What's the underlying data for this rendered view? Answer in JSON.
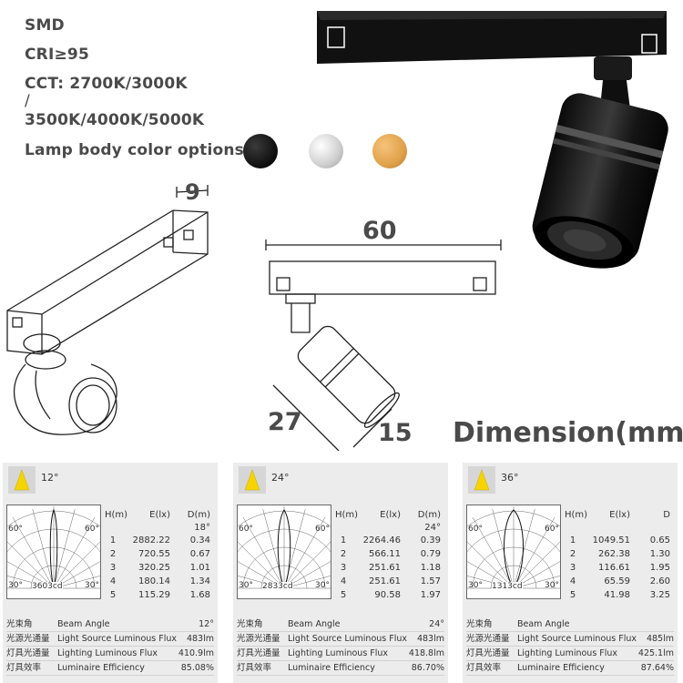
{
  "specs": {
    "line1": "SMD",
    "line2": "CRI≥95",
    "line3": "CCT: 2700K/3000K",
    "line4": "/",
    "line5": "3500K/4000K/5000K",
    "line6": "Lamp body color options:"
  },
  "color_options": [
    {
      "name": "black",
      "color": "#1a1a1a"
    },
    {
      "name": "white",
      "color": "#f2f2f2"
    },
    {
      "name": "gold",
      "color": "#e0a24a"
    }
  ],
  "dimensions": {
    "title": "Dimension(mm)",
    "width_9": "9",
    "length_60": "60",
    "height_27": "27",
    "diam_15": "15"
  },
  "panels": [
    {
      "beam_label": "12°",
      "polar_cd": "3603cd",
      "angle_60": "60°",
      "angle_30": "30°",
      "headers": [
        "H(m)",
        "E(lx)",
        "D(m)"
      ],
      "angle_row": "18°",
      "rows": [
        [
          "1",
          "2882.22",
          "0.34"
        ],
        [
          "2",
          "720.55",
          "0.67"
        ],
        [
          "3",
          "320.25",
          "1.01"
        ],
        [
          "4",
          "180.14",
          "1.34"
        ],
        [
          "5",
          "115.29",
          "1.68"
        ]
      ],
      "footer": [
        {
          "zh": "光束角",
          "en": "Beam Angle",
          "value": "12°"
        },
        {
          "zh": "光源光通量",
          "en": "Light Source Luminous Flux",
          "value": "483lm"
        },
        {
          "zh": "灯具光通量",
          "en": "Lighting Luminous Flux",
          "value": "410.9lm"
        },
        {
          "zh": "灯具效率",
          "en": "Luminaire Efficiency",
          "value": "85.08%"
        }
      ]
    },
    {
      "beam_label": "24°",
      "polar_cd": "2833cd",
      "angle_60": "60°",
      "angle_30": "30°",
      "headers": [
        "H(m)",
        "E(lx)",
        "D(m)"
      ],
      "angle_row": "24°",
      "rows": [
        [
          "1",
          "2264.46",
          "0.39"
        ],
        [
          "2",
          "566.11",
          "0.79"
        ],
        [
          "3",
          "251.61",
          "1.18"
        ],
        [
          "4",
          "251.61",
          "1.57"
        ],
        [
          "5",
          "90.58",
          "1.97"
        ]
      ],
      "footer": [
        {
          "zh": "光束角",
          "en": "Beam Angle",
          "value": "24°"
        },
        {
          "zh": "光源光通量",
          "en": "Light Source Luminous Flux",
          "value": "483lm"
        },
        {
          "zh": "灯具光通量",
          "en": "Lighting Luminous Flux",
          "value": "418.8lm"
        },
        {
          "zh": "灯具效率",
          "en": "Luminaire Efficiency",
          "value": "86.70%"
        }
      ]
    },
    {
      "beam_label": "36°",
      "polar_cd": "1313cd",
      "angle_60": "60°",
      "angle_30": "30°",
      "headers": [
        "H(m)",
        "E(lx)",
        "D"
      ],
      "angle_row": "",
      "rows": [
        [
          "1",
          "1049.51",
          "0.65"
        ],
        [
          "2",
          "262.38",
          "1.30"
        ],
        [
          "3",
          "116.61",
          "1.95"
        ],
        [
          "4",
          "65.59",
          "2.60"
        ],
        [
          "5",
          "41.98",
          "3.25"
        ]
      ],
      "footer": [
        {
          "zh": "光束角",
          "en": "Beam Angle",
          "value": ""
        },
        {
          "zh": "光源光通量",
          "en": "Light Source Luminous Flux",
          "value": "485lm"
        },
        {
          "zh": "灯具光通量",
          "en": "Lighting Luminous Flux",
          "value": "425.1lm"
        },
        {
          "zh": "灯具效率",
          "en": "Luminaire Efficiency",
          "value": "87.64%"
        }
      ]
    }
  ]
}
